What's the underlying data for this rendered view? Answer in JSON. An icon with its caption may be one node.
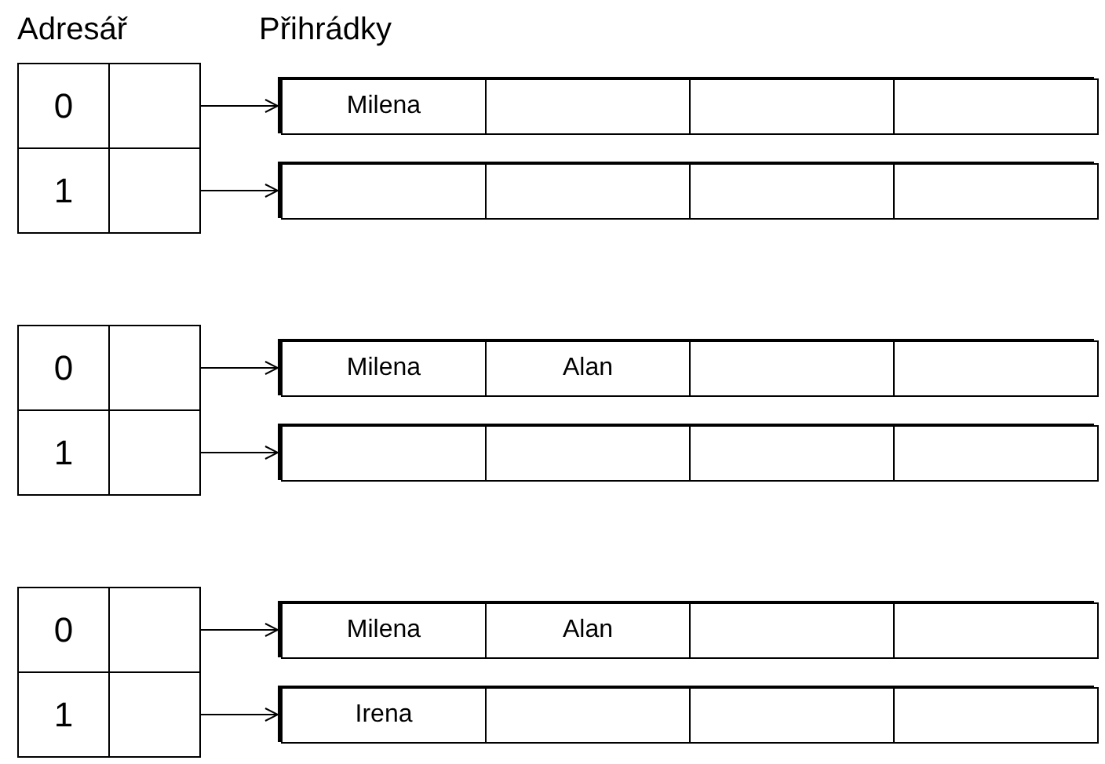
{
  "diagram": {
    "nodes": [
      {
        "text": [
          "0"
        ]
      },
      {
        "text": [],
        "shape": "box"
      },
      {
        "text": [],
        "shape": "bar"
      },
      {
        "text": [
          "Milena"
        ],
        "in": 2
      },
      {
        "text": [],
        "shape": "box",
        "in": 2
      },
      {
        "text": [],
        "shape": "box",
        "in": 2
      },
      {
        "text": [],
        "shape": "box",
        "in": 2
      },
      {
        "text": [
          "1"
        ]
      },
      {
        "text": [],
        "shape": "box"
      },
      {
        "text": [],
        "shape": "bar"
      },
      {
        "text": [],
        "shape": "box",
        "in": 9
      },
      {
        "text": [],
        "shape": "box",
        "in": 9
      },
      {
        "text": [],
        "shape": "box",
        "in": 9
      },
      {
        "text": [],
        "shape": "box",
        "in": 9
      },
      {
        "text": [
          "0"
        ]
      },
      {
        "text": [],
        "shape": "box"
      },
      {
        "text": [],
        "shape": "bar"
      },
      {
        "text": [
          "Milena"
        ],
        "in": 16
      },
      {
        "text": [
          "Alan"
        ],
        "in": 16
      },
      {
        "text": [],
        "shape": "box",
        "in": 16
      },
      {
        "text": [],
        "shape": "box",
        "in": 16
      },
      {
        "text": [
          "1"
        ]
      },
      {
        "text": [],
        "shape": "box"
      },
      {
        "text": [],
        "shape": "bar"
      },
      {
        "text": [],
        "shape": "box",
        "in": 23
      },
      {
        "text": [],
        "shape": "box",
        "in": 23
      },
      {
        "text": [],
        "shape": "box",
        "in": 23
      },
      {
        "text": [],
        "shape": "box",
        "in": 23
      },
      {
        "text": [
          "0"
        ]
      },
      {
        "text": [],
        "shape": "box"
      },
      {
        "text": [],
        "shape": "bar"
      },
      {
        "text": [
          "Milena"
        ],
        "in": 30
      },
      {
        "text": [
          "Alan"
        ],
        "in": 30
      },
      {
        "text": [],
        "shape": "box",
        "in": 30
      },
      {
        "text": [],
        "shape": "box",
        "in": 30
      },
      {
        "text": [
          "1"
        ]
      },
      {
        "text": [],
        "shape": "box"
      },
      {
        "text": [],
        "shape": "bar"
      },
      {
        "text": [
          "Irena"
        ],
        "in": 37
      },
      {
        "text": [],
        "shape": "box",
        "in": 37
      },
      {
        "text": [],
        "shape": "box",
        "in": 37
      },
      {
        "text": [],
        "shape": "box",
        "in": 37
      }
    ],
    "edges": [
      {
        "from": 1,
        "to": 2,
        "arrow": "to"
      },
      {
        "from": 8,
        "to": 9,
        "arrow": "to"
      },
      {
        "from": 15,
        "to": 16,
        "arrow": "to"
      },
      {
        "from": 22,
        "to": 23,
        "arrow": "to"
      },
      {
        "from": 29,
        "to": 30,
        "arrow": "to"
      },
      {
        "from": 36,
        "to": 37,
        "arrow": "to"
      }
    ],
    "labels": [
      "Adresář",
      "Přihrádky"
    ]
  }
}
